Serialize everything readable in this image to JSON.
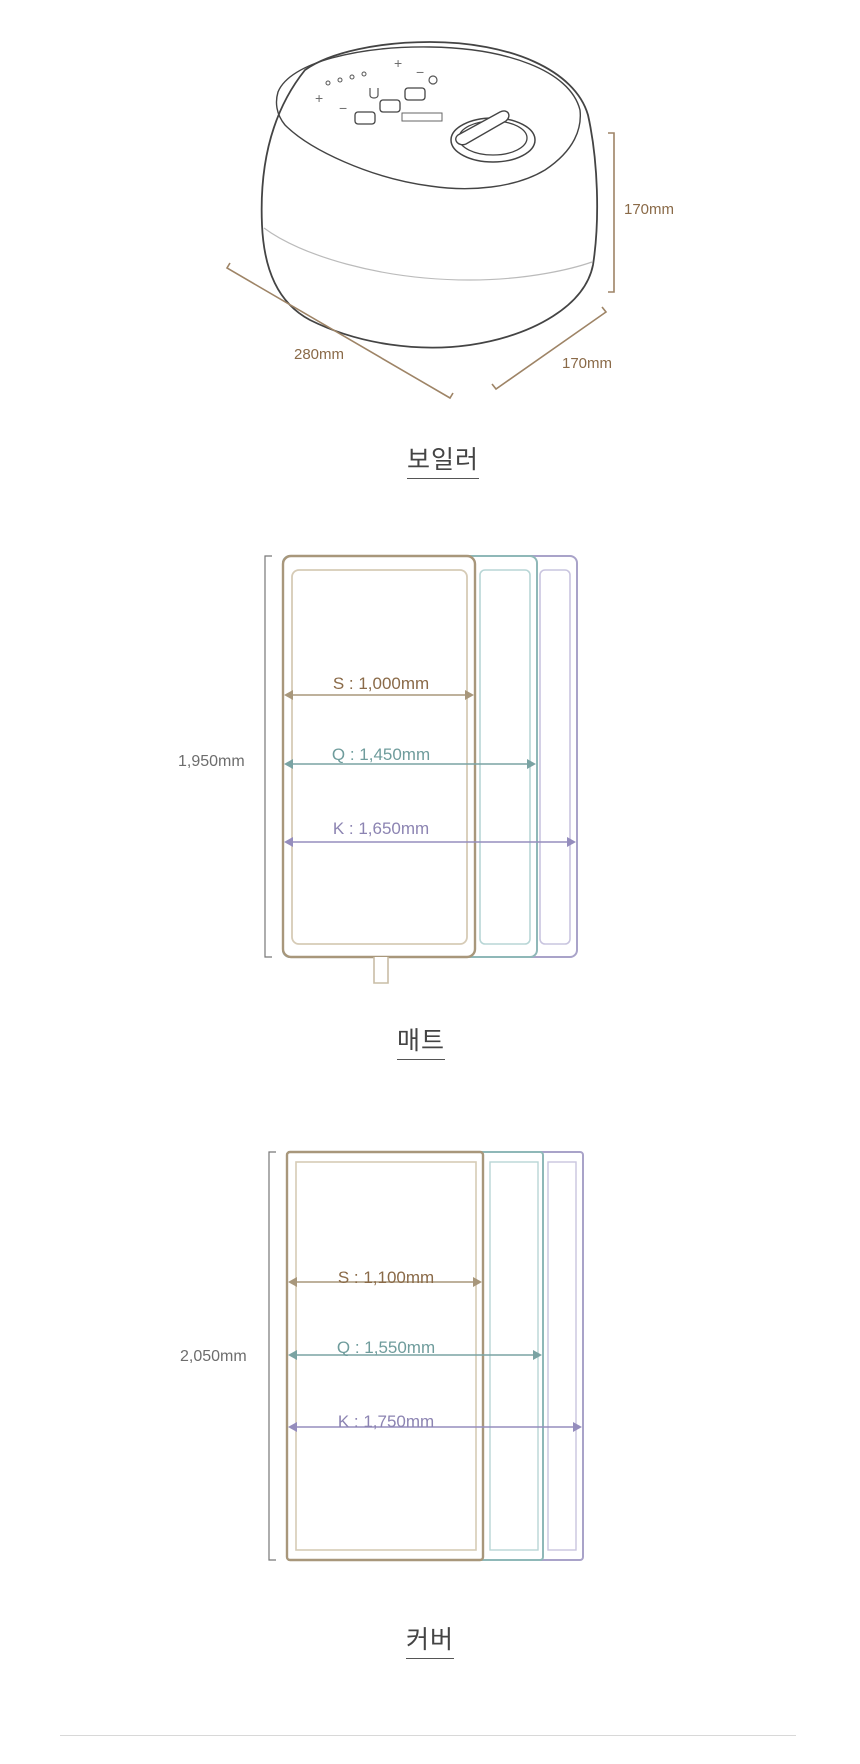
{
  "boiler": {
    "height_label": "170mm",
    "width_label": "280mm",
    "depth_label": "170mm",
    "caption": "보일러",
    "panel_symbols": [
      "+",
      "−",
      "+",
      "−"
    ]
  },
  "mat": {
    "height_label": "1,950mm",
    "s_label": "S : 1,000mm",
    "q_label": "Q : 1,450mm",
    "k_label": "K : 1,650mm",
    "caption": "매트"
  },
  "cover": {
    "height_label": "2,050mm",
    "s_label": "S : 1,100mm",
    "q_label": "Q : 1,550mm",
    "k_label": "K : 1,750mm",
    "caption": "커버"
  },
  "colors": {
    "single": "#a8977b",
    "queen": "#8fb8b8",
    "king": "#a9a3c9",
    "dimension_line": "#9e8466",
    "outline": "#444444"
  }
}
